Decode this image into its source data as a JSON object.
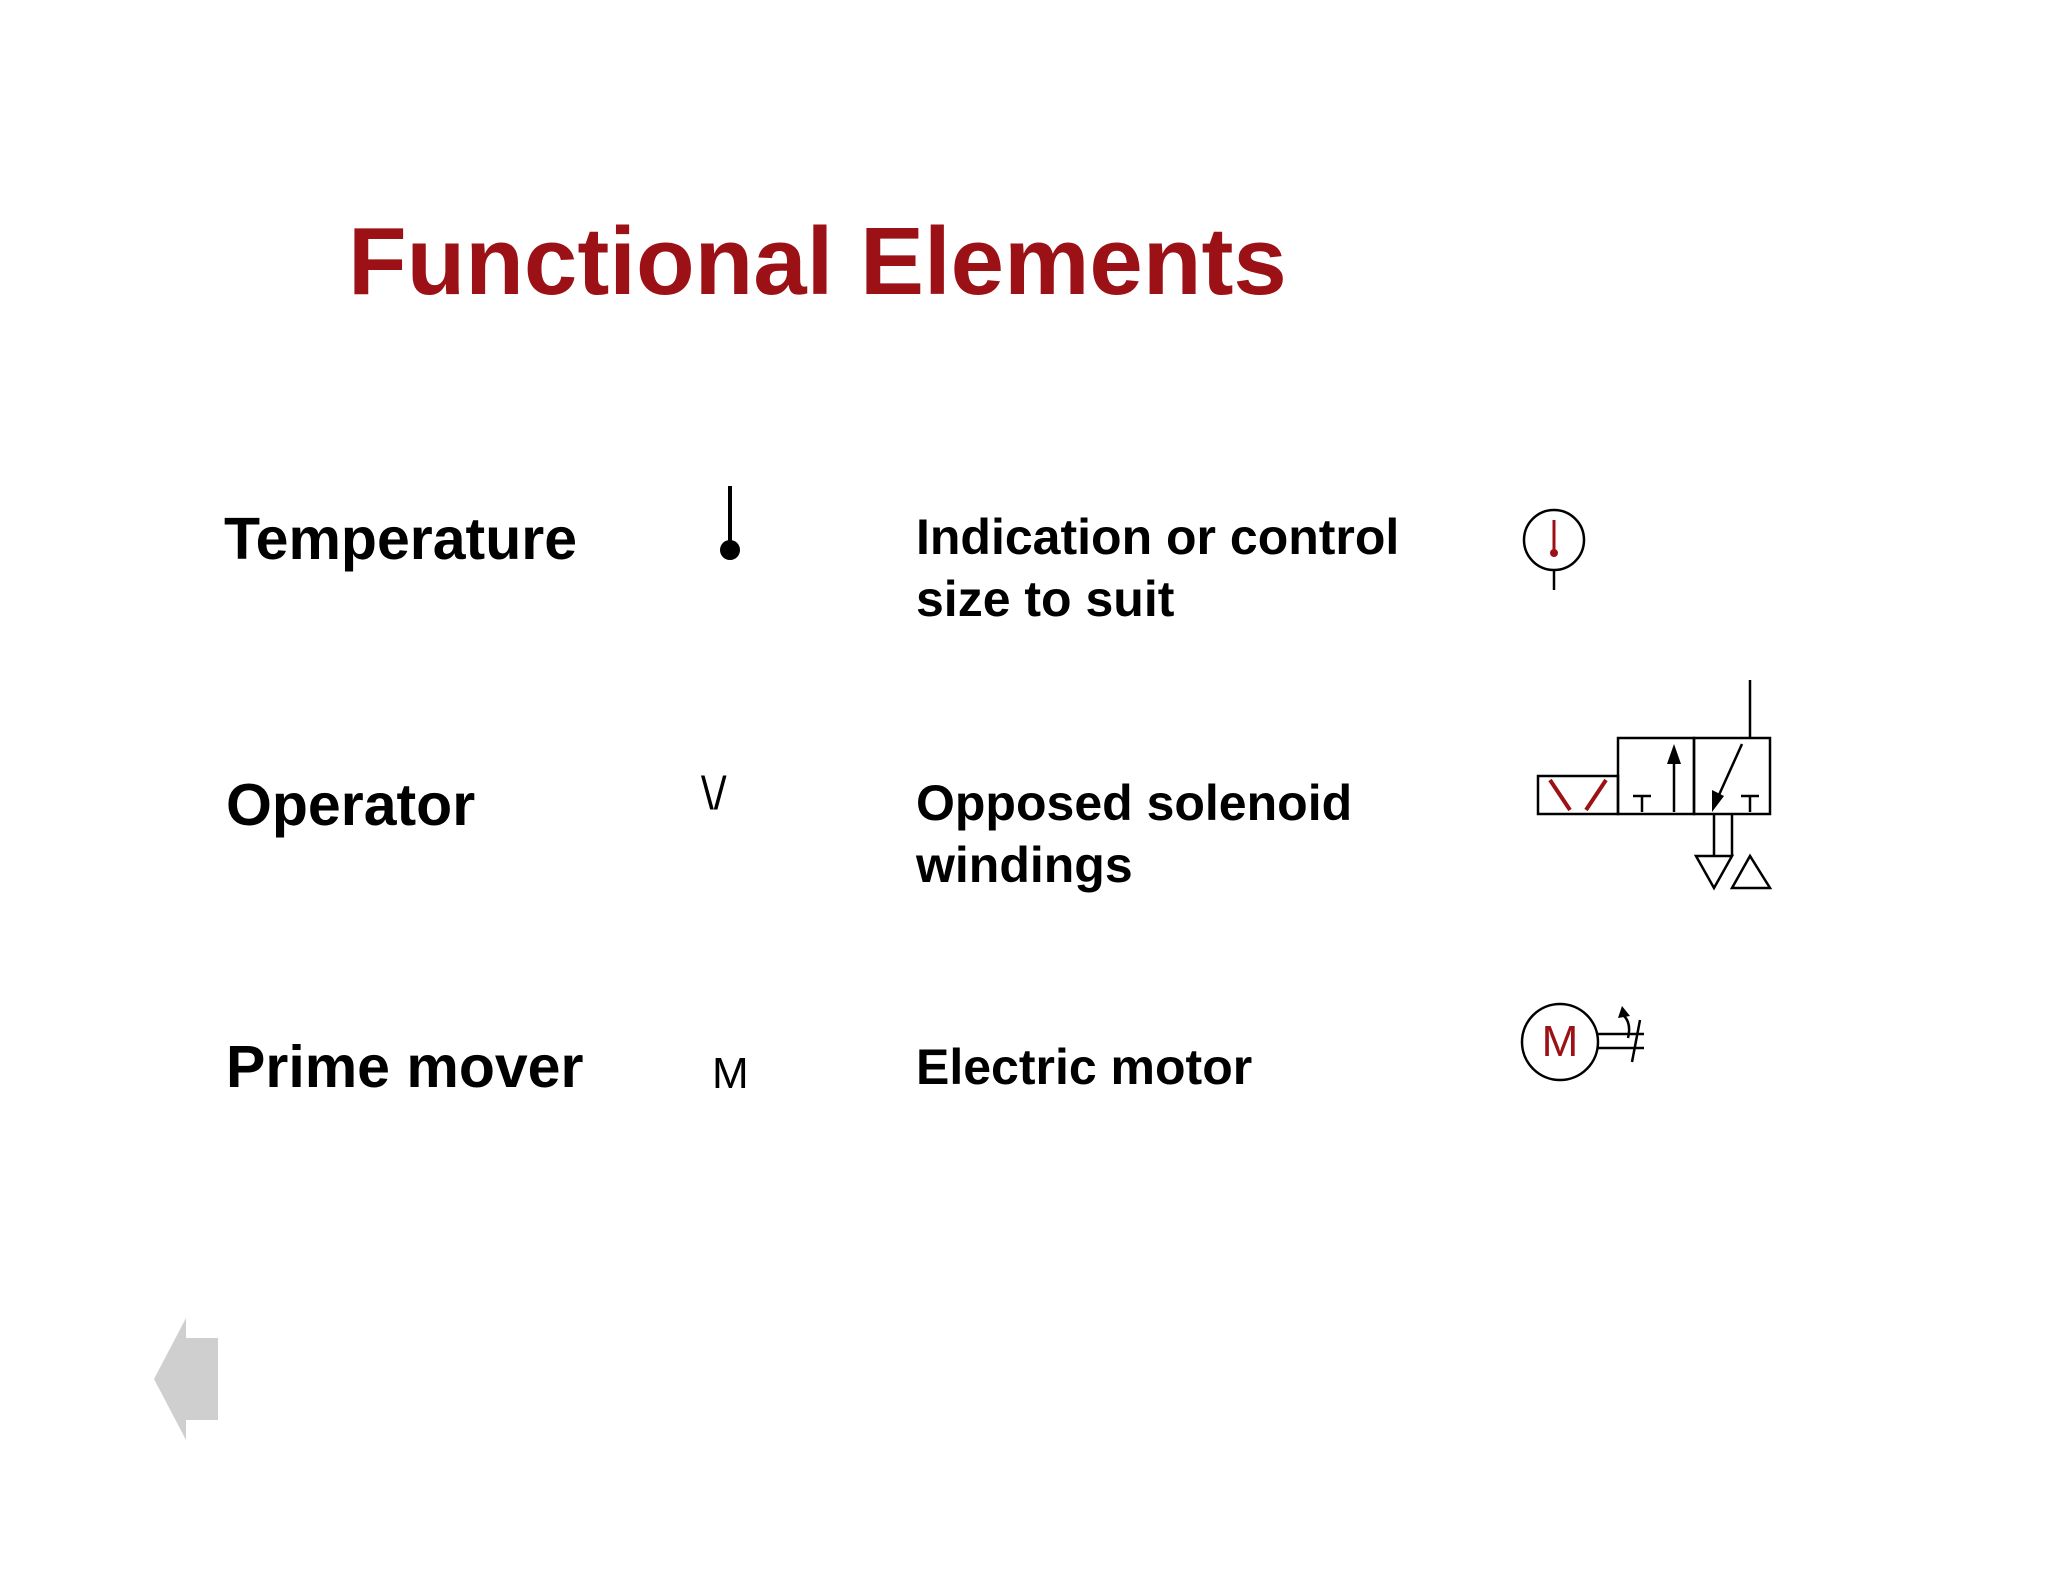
{
  "title": "Functional Elements",
  "colors": {
    "title": "#9c1116",
    "symbol_accent": "#9c1116",
    "text": "#000000",
    "nav_arrow": "#cfcfcf"
  },
  "rows": [
    {
      "label": "Temperature",
      "description_lines": [
        "Indication or control",
        "size to suit"
      ],
      "basic_symbol_icon": "thermometer-icon",
      "full_symbol_icon": "temperature-indicator-icon"
    },
    {
      "label": "Operator",
      "operator_glyph": "\\/",
      "description_lines": [
        "Opposed solenoid",
        "windings"
      ],
      "full_symbol_icon": "solenoid-valve-icon"
    },
    {
      "label": "Prime mover",
      "prime_mover_glyph": "M",
      "description_lines": [
        "Electric motor"
      ],
      "motor_letter": "M",
      "full_symbol_icon": "electric-motor-icon"
    }
  ],
  "navigation": {
    "back_icon": "back-arrow-icon"
  }
}
